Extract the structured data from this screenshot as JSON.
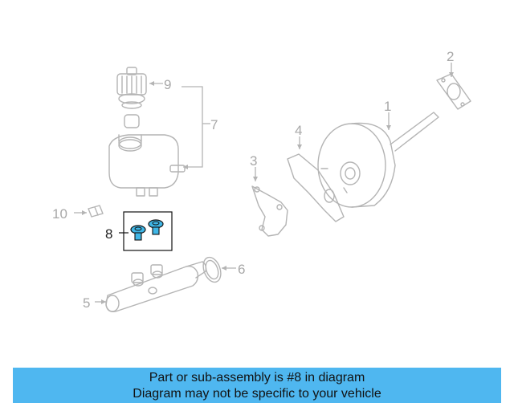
{
  "diagram": {
    "callouts": [
      "1",
      "2",
      "3",
      "4",
      "5",
      "6",
      "7",
      "8",
      "9",
      "10"
    ],
    "highlighted_part": "8",
    "colors": {
      "line": "#b4b4b4",
      "highlight_fill": "#3fb6e6",
      "highlight_stroke": "#111111",
      "banner": "#4fb7f0"
    }
  },
  "banner": {
    "line1": "Part or sub-assembly is #8 in diagram",
    "line2": "Diagram may not be specific to your vehicle"
  }
}
